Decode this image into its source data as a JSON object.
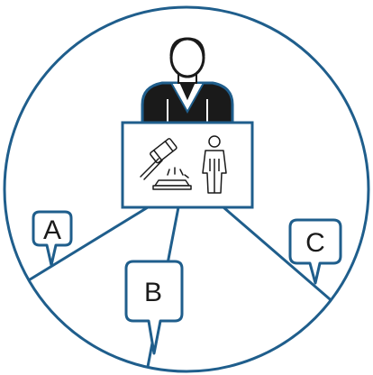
{
  "colors": {
    "primary_stroke": "#1f5e8c",
    "figure_fill": "#1a1a1a",
    "background": "#ffffff"
  },
  "callouts": [
    {
      "id": "a",
      "label": "A"
    },
    {
      "id": "b",
      "label": "B"
    },
    {
      "id": "c",
      "label": "C"
    }
  ],
  "icons": [
    "judge-figure-icon",
    "gavel-icon",
    "person-standing-icon"
  ]
}
